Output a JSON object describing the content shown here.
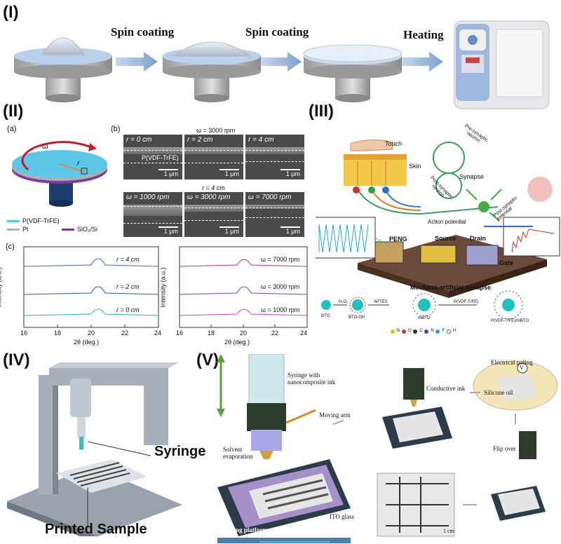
{
  "section_I": {
    "label": "(I)",
    "step1": "Spin coating",
    "step2": "Spin coating",
    "step3": "Heating"
  },
  "section_II": {
    "label": "(II)",
    "panel_a": "(a)",
    "panel_b": "(b)",
    "panel_c": "(c)",
    "omega": "ω",
    "r": "r",
    "legend": [
      "P(VDF-TrFE)",
      "Pt",
      "SiO₂/Si"
    ],
    "sem_top_title": "ω = 3000 rpm",
    "sem_mid_title": "r = 4 cm",
    "sem_top": [
      "r = 0 cm",
      "r = 2 cm",
      "r = 4 cm"
    ],
    "sem_bottom": [
      "ω = 1000 rpm",
      "ω = 3000 rpm",
      "ω = 7000 rpm"
    ],
    "film_label": "P(VDF-TrFE)",
    "scale": "1 μm",
    "plot_left_curves": [
      "r = 4 cm",
      "r = 2 cm",
      "r = 0 cm"
    ],
    "plot_right_curves": [
      "ω = 7000 rpm",
      "ω = 3000 rpm",
      "ω = 1000 rpm"
    ],
    "ylabel": "Intensity (a.u.)",
    "xlabel": "2θ (deg.)",
    "xticks": [
      "16",
      "18",
      "20",
      "22",
      "24"
    ]
  },
  "section_III": {
    "label": "(III)",
    "touch": "Touch",
    "skin": "Skin",
    "pre_neuron": "Pre-synaptic neuron",
    "post_neuron": "Post-synaptic neuron",
    "synapse": "Synapse",
    "post_potential": "Post-synaptic potential",
    "action_potential": "Action potential",
    "peng": "PENG",
    "source": "Source",
    "drain": "Drain",
    "gate": "Gate",
    "device": "Mechano-artificial synapse",
    "chem": [
      "BTO",
      "H₂O₂",
      "BTO-OH",
      "APTES",
      "mBTO",
      "P(VDF-TrFE)",
      "P(VDF-TrFE)/mBTO"
    ],
    "elements": [
      "Si",
      "O",
      "C",
      "N",
      "F",
      "H"
    ],
    "colors": {
      "Si": "#e0c020",
      "O": "#d03030",
      "C": "#303030",
      "N": "#3050c0",
      "F": "#30a0d0",
      "H": "#e8e8e8"
    }
  },
  "section_IV": {
    "label": "(IV)",
    "syringe": "Syringe",
    "sample": "Printed Sample"
  },
  "section_V": {
    "label": "(V)",
    "syringe_ink": "Syringe with nanocomposite ink",
    "moving_arm": "Moving arm",
    "solvent": "Solvent evaporation",
    "ito": "ITO glass",
    "platform": "Moving platform with heater",
    "conductive": "Conductive ink",
    "poling": "Electrical poling",
    "silicone": "Silicone oil",
    "v": "V",
    "flip": "Flip over",
    "cm": "1 cm"
  }
}
